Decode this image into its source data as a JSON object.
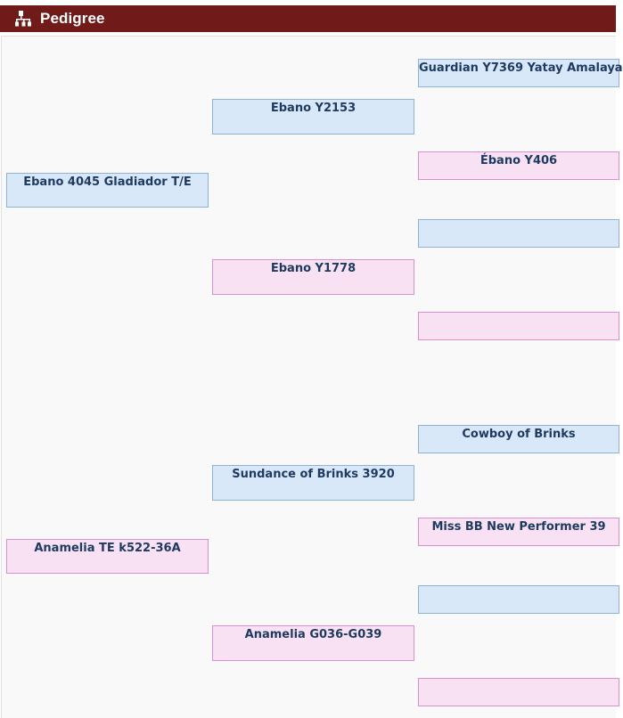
{
  "header": {
    "title": "Pedigree",
    "icon": "pedigree-chart-icon"
  },
  "colors": {
    "header_bg": "#701b19",
    "male_bg": "#d9e8f9",
    "male_border": "#8eb2d6",
    "female_bg": "#f8e1f3",
    "female_border": "#dc8fd0",
    "text": "#1e3a5f"
  },
  "pedigree": {
    "sire": {
      "name": "Ebano 4045 Gladiador T/E",
      "sex": "male"
    },
    "dam": {
      "name": "Anamelia TE k522-36A",
      "sex": "female"
    },
    "sire_sire": {
      "name": "Ebano Y2153",
      "sex": "male"
    },
    "sire_dam": {
      "name": "Ebano Y1778",
      "sex": "female"
    },
    "dam_sire": {
      "name": "Sundance of Brinks 3920",
      "sex": "male"
    },
    "dam_dam": {
      "name": "Anamelia G036-G039",
      "sex": "female"
    },
    "sire_sire_sire": {
      "name": "Guardian Y7369 Yatay Amalaya",
      "sex": "male"
    },
    "sire_sire_dam": {
      "name": "Ébano Y406",
      "sex": "female"
    },
    "sire_dam_sire": {
      "name": "",
      "sex": "male"
    },
    "sire_dam_dam": {
      "name": "",
      "sex": "female"
    },
    "dam_sire_sire": {
      "name": "Cowboy of Brinks",
      "sex": "male"
    },
    "dam_sire_dam": {
      "name": "Miss BB New Performer 39",
      "sex": "female"
    },
    "dam_dam_sire": {
      "name": "",
      "sex": "male"
    },
    "dam_dam_dam": {
      "name": "",
      "sex": "female"
    }
  }
}
